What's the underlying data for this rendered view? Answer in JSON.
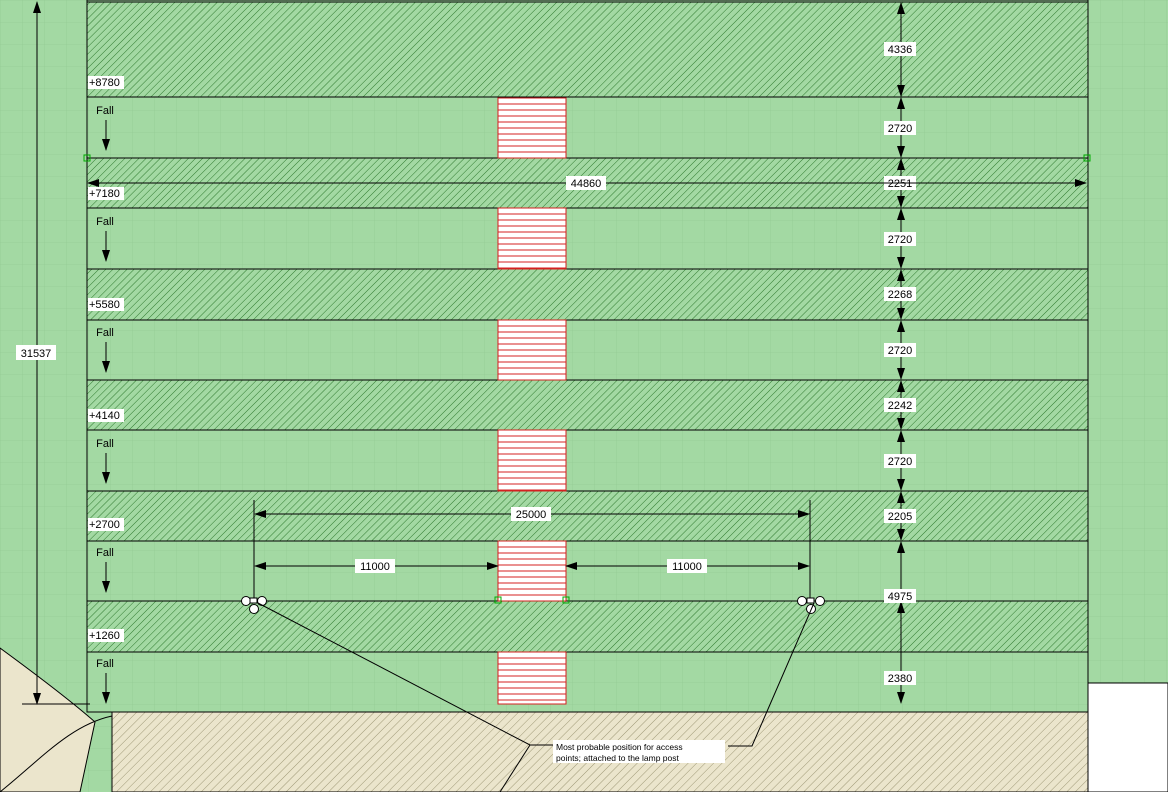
{
  "colors": {
    "site_green": "#a3d9a3",
    "hatch_green": "#2f7a2f",
    "sand": "#ebe5cc",
    "stair_red": "#d42020",
    "line": "#000000"
  },
  "levels": [
    "+8780",
    "+7180",
    "+5580",
    "+4140",
    "+2700",
    "+1260"
  ],
  "fall_label": "Fall",
  "dimensions": {
    "overall_height": "31537",
    "overall_width": "44860",
    "access_span": "25000",
    "left_offset": "11000",
    "right_offset": "11000",
    "vertical": [
      "4336",
      "2720",
      "2251",
      "2720",
      "2268",
      "2720",
      "2242",
      "2720",
      "2205",
      "4975",
      "2380"
    ]
  },
  "note": {
    "line1": "Most probable position for access",
    "line2": "points; attached to the lamp post"
  }
}
